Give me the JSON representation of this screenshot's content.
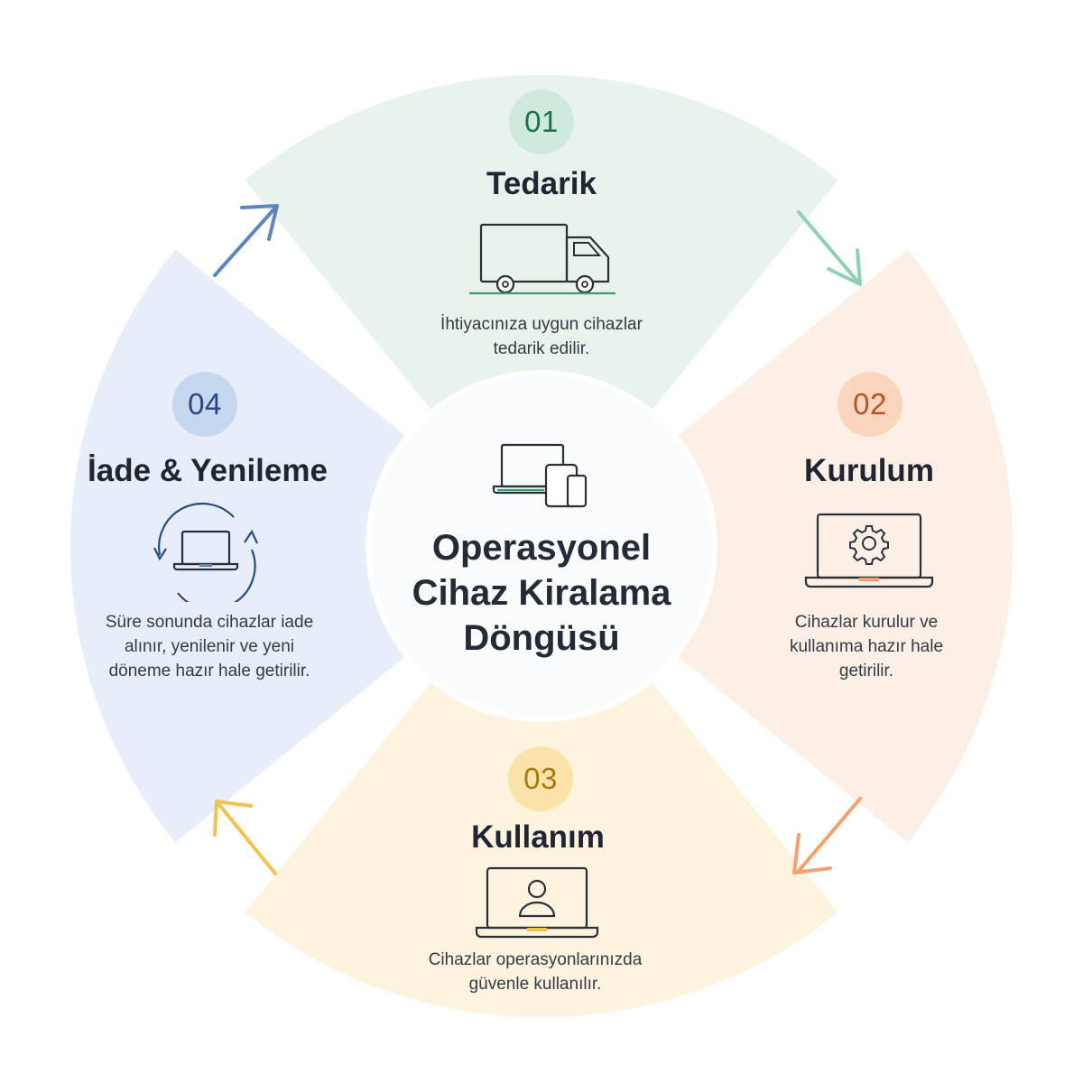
{
  "center": {
    "title_lines": [
      "Operasyonel",
      "Cihaz Kiralama",
      "Döngüsü"
    ],
    "icon": "devices-icon"
  },
  "steps": [
    {
      "number": "01",
      "title": "Tedarik",
      "description_lines": [
        "İhtiyacınıza uygun cihazlar",
        "tedarik edilir."
      ],
      "icon": "truck-icon",
      "colors": {
        "segment": "#e8f3ec",
        "badge": "#cfe9dc",
        "number": "#1f6f4f",
        "accent": "#8fd0b2"
      }
    },
    {
      "number": "02",
      "title": "Kurulum",
      "description_lines": [
        "Cihazlar kurulur ve",
        "kullanıma hazır hale",
        "getirilir."
      ],
      "icon": "laptop-gear-icon",
      "colors": {
        "segment": "#fcefe5",
        "badge": "#f9d5bd",
        "number": "#b4532a",
        "accent": "#f2a16f"
      }
    },
    {
      "number": "03",
      "title": "Kullanım",
      "description_lines": [
        "Cihazlar operasyonlarınızda",
        "güvenle kullanılır."
      ],
      "icon": "laptop-user-icon",
      "colors": {
        "segment": "#fdf3df",
        "badge": "#f9e3a8",
        "number": "#a87812",
        "accent": "#f0c24f"
      }
    },
    {
      "number": "04",
      "title": "İade & Yenileme",
      "description_lines": [
        "Süre sonunda cihazlar iade",
        "alınır, yenilenir ve yeni",
        "döneme hazır hale getirilir."
      ],
      "icon": "laptop-refresh-icon",
      "colors": {
        "segment": "#e7eef9",
        "badge": "#c5d6ef",
        "number": "#274a7d",
        "accent": "#5d86c0"
      }
    }
  ]
}
